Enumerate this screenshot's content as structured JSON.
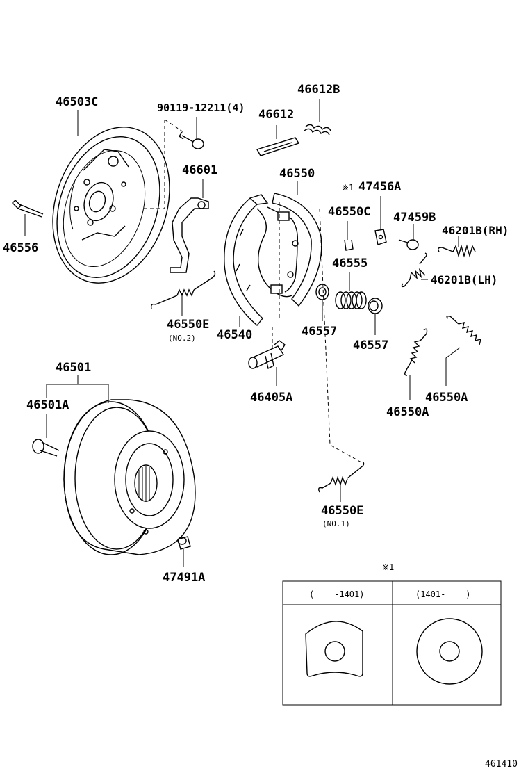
{
  "diagram_id": "461410",
  "labels": {
    "p46503C": "46503C",
    "p90119": "90119-12211(4)",
    "p46612B": "46612B",
    "p46612": "46612",
    "p46601": "46601",
    "p46550": "46550",
    "p47456A": "47456A",
    "p47456A_note": "※1",
    "p46550C": "46550C",
    "p47459B": "47459B",
    "p46201B_RH": "46201B(RH)",
    "p46201B_LH": "46201B(LH)",
    "p46555": "46555",
    "p46556": "46556",
    "p46550E_no2": "46550E",
    "p46550E_no2_sub": "(NO.2)",
    "p46540": "46540",
    "p46557a": "46557",
    "p46557b": "46557",
    "p46405A": "46405A",
    "p46550A_a": "46550A",
    "p46550A_b": "46550A",
    "p46501": "46501",
    "p46501A": "46501A",
    "p46550E_no1": "46550E",
    "p46550E_no1_sub": "(NO.1)",
    "p47491A": "47491A"
  },
  "note_table": {
    "mark": "※1",
    "col1_header": "(    -1401)",
    "col2_header": "(1401-    )"
  }
}
